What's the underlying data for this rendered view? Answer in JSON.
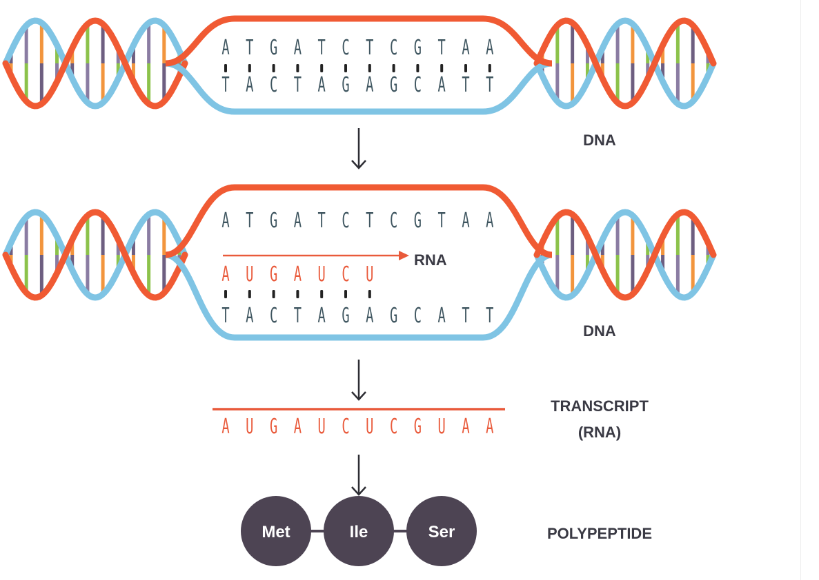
{
  "colors": {
    "template_strand": "#f05a33",
    "coding_strand": "#7fc4e4",
    "rna": "#e95a3b",
    "base_text": "#3f5660",
    "label_text": "#3a3a44",
    "amino_acid_fill": "#4d4453",
    "rung_colors": [
      "#f2953d",
      "#8cc24b",
      "#6d5e80",
      "#8a7ca2"
    ]
  },
  "labels": {
    "dna_top": "DNA",
    "dna_bottom": "DNA",
    "rna_arrow": "RNA",
    "transcript_line1": "TRANSCRIPT",
    "transcript_line2": "(RNA)",
    "polypeptide": "POLYPEPTIDE"
  },
  "sequences": {
    "top_dna_upper": [
      "A",
      "T",
      "G",
      "A",
      "T",
      "C",
      "T",
      "C",
      "G",
      "T",
      "A",
      "A"
    ],
    "top_dna_lower": [
      "T",
      "A",
      "C",
      "T",
      "A",
      "G",
      "A",
      "G",
      "C",
      "A",
      "T",
      "T"
    ],
    "bottom_dna_upper": [
      "A",
      "T",
      "G",
      "A",
      "T",
      "C",
      "T",
      "C",
      "G",
      "T",
      "A",
      "A"
    ],
    "bottom_dna_lower": [
      "T",
      "A",
      "C",
      "T",
      "A",
      "G",
      "A",
      "G",
      "C",
      "A",
      "T",
      "T"
    ],
    "rna_partial": [
      "A",
      "U",
      "G",
      "A",
      "U",
      "C",
      "U"
    ],
    "transcript": [
      "A",
      "U",
      "G",
      "A",
      "U",
      "C",
      "U",
      "C",
      "G",
      "U",
      "A",
      "A"
    ]
  },
  "amino_acids": [
    "Met",
    "Ile",
    "Ser"
  ],
  "icons": {
    "process_arrow": "down-arrow-icon",
    "rna_direction": "right-arrow-icon"
  }
}
